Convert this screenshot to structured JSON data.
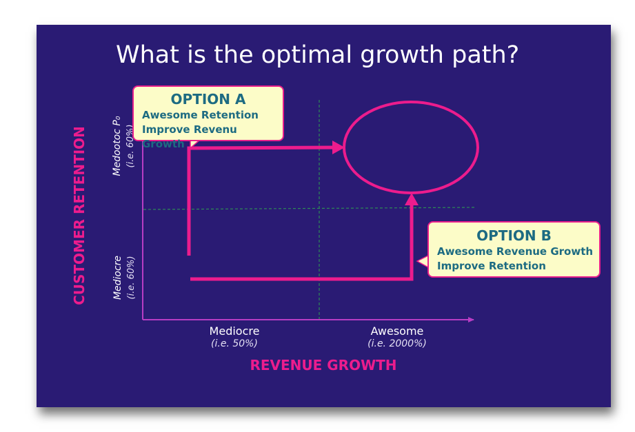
{
  "slide": {
    "title": "What is the optimal growth path?",
    "colors": {
      "background": "#2a1b74",
      "accent": "#ec1c8d",
      "callout_fill": "#fcfcc8",
      "callout_text": "#1d6b82",
      "grid": "#2e8b57"
    }
  },
  "axes": {
    "y_label": "CUSTOMER RETENTION",
    "x_label": "REVENUE GROWTH",
    "y_ticks": [
      {
        "label": "Mediocre",
        "sub": "(i.e. 60%)"
      },
      {
        "label": "Medootoc P₀",
        "sub": "(i.e. 60%)"
      }
    ],
    "x_ticks": [
      {
        "label": "Mediocre",
        "sub": "(i.e. 50%)"
      },
      {
        "label": "Awesome",
        "sub": "(i.e. 2000%)"
      }
    ]
  },
  "option_a": {
    "title": "OPTION A",
    "line1": "Awesome Retention",
    "line2": "Improve Revenu Growth"
  },
  "option_b": {
    "title": "OPTION B",
    "line1": "Awesome Revenue Growth",
    "line2": "Improve Retention"
  }
}
